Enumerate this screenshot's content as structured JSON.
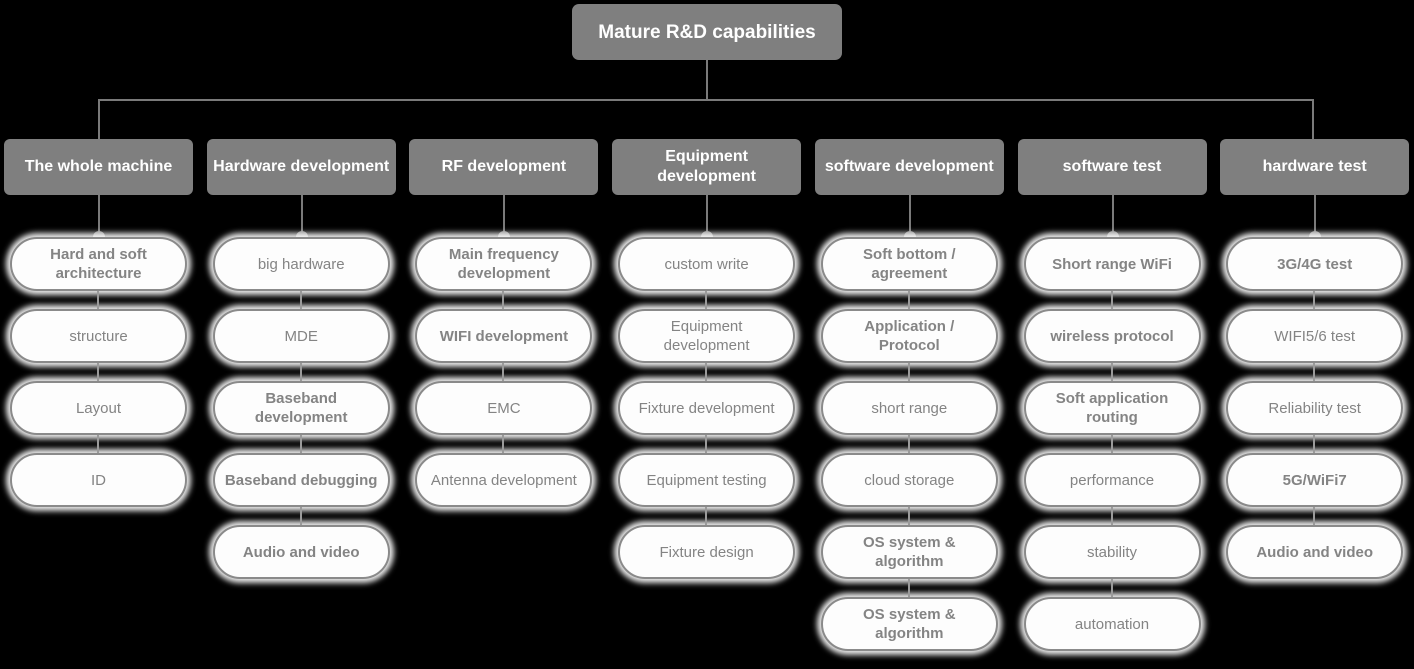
{
  "root": {
    "label": "Mature R&D capabilities"
  },
  "theme": {
    "background": "#000000",
    "header_fill": "#7f7f7f",
    "header_text": "#ffffff",
    "pill_fill": "#fdfdfd",
    "pill_border": "#8a8a8a",
    "pill_text": "#848484",
    "connector": "#7a7a7a"
  },
  "columns": [
    {
      "header": "The whole machine",
      "items": [
        {
          "label": "Hard and soft architecture",
          "bold": true
        },
        {
          "label": "structure",
          "bold": false
        },
        {
          "label": "Layout",
          "bold": false
        },
        {
          "label": "ID",
          "bold": false
        }
      ]
    },
    {
      "header": "Hardware development",
      "items": [
        {
          "label": "big hardware",
          "bold": false
        },
        {
          "label": "MDE",
          "bold": false
        },
        {
          "label": "Baseband development",
          "bold": true
        },
        {
          "label": "Baseband debugging",
          "bold": true
        },
        {
          "label": "Audio and video",
          "bold": true
        }
      ]
    },
    {
      "header": "RF development",
      "items": [
        {
          "label": "Main frequency development",
          "bold": true
        },
        {
          "label": "WIFI development",
          "bold": true
        },
        {
          "label": "EMC",
          "bold": false
        },
        {
          "label": "Antenna development",
          "bold": false
        }
      ]
    },
    {
      "header": "Equipment development",
      "items": [
        {
          "label": "custom write",
          "bold": false
        },
        {
          "label": "Equipment development",
          "bold": false
        },
        {
          "label": "Fixture development",
          "bold": false
        },
        {
          "label": "Equipment testing",
          "bold": false
        },
        {
          "label": "Fixture design",
          "bold": false
        }
      ]
    },
    {
      "header": "software development",
      "items": [
        {
          "label": "Soft bottom / agreement",
          "bold": true
        },
        {
          "label": "Application / Protocol",
          "bold": true
        },
        {
          "label": "short range",
          "bold": false
        },
        {
          "label": "cloud storage",
          "bold": false
        },
        {
          "label": "OS system & algorithm",
          "bold": true
        },
        {
          "label": "OS system & algorithm",
          "bold": true
        }
      ]
    },
    {
      "header": "software test",
      "items": [
        {
          "label": "Short range WiFi",
          "bold": true
        },
        {
          "label": "wireless protocol",
          "bold": true
        },
        {
          "label": "Soft application routing",
          "bold": true
        },
        {
          "label": "performance",
          "bold": false
        },
        {
          "label": "stability",
          "bold": false
        },
        {
          "label": "automation",
          "bold": false
        }
      ]
    },
    {
      "header": "hardware test",
      "items": [
        {
          "label": "3G/4G test",
          "bold": true
        },
        {
          "label": "WIFI5/6 test",
          "bold": false
        },
        {
          "label": "Reliability test",
          "bold": false
        },
        {
          "label": "5G/WiFi7",
          "bold": true
        },
        {
          "label": "Audio and video",
          "bold": true
        }
      ]
    }
  ]
}
